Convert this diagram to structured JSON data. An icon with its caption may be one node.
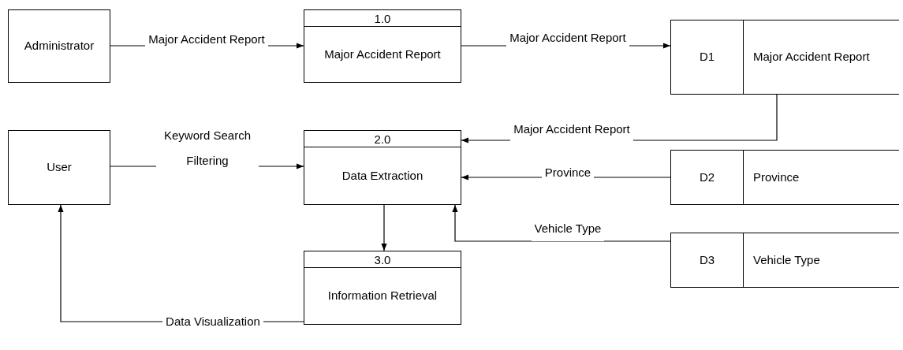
{
  "diagram": {
    "nodes": [
      {
        "text": [
          "Administrator"
        ]
      },
      {
        "text": [
          "1.0",
          "Major Accident Report"
        ]
      },
      {
        "text": [
          "D1",
          "Major Accident Report"
        ]
      },
      {
        "text": [
          "User"
        ]
      },
      {
        "text": [
          "2.0",
          "Data Extraction"
        ]
      },
      {
        "text": [
          "D2",
          "Province"
        ]
      },
      {
        "text": [
          "D3",
          "Vehicle Type"
        ]
      },
      {
        "text": [
          "3.0",
          "Information Retrieval"
        ]
      }
    ],
    "edges": [
      {
        "from": 0,
        "to": 1,
        "arrow": "to",
        "label": "Major Accident Report"
      },
      {
        "from": 1,
        "to": 2,
        "arrow": "to",
        "label": "Major Accident Report"
      },
      {
        "from": 2,
        "to": 4,
        "arrow": "to",
        "label": "Major Accident Report"
      },
      {
        "from": 3,
        "to": 4,
        "arrow": "to",
        "label": "Keyword Search Filtering"
      },
      {
        "from": 5,
        "to": 4,
        "arrow": "to",
        "label": "Province"
      },
      {
        "from": 6,
        "to": 4,
        "arrow": "to",
        "label": "Vehicle Type"
      },
      {
        "from": 4,
        "to": 7,
        "arrow": "to"
      },
      {
        "from": 7,
        "to": 3,
        "arrow": "to",
        "label": "Data Visualization"
      }
    ]
  }
}
